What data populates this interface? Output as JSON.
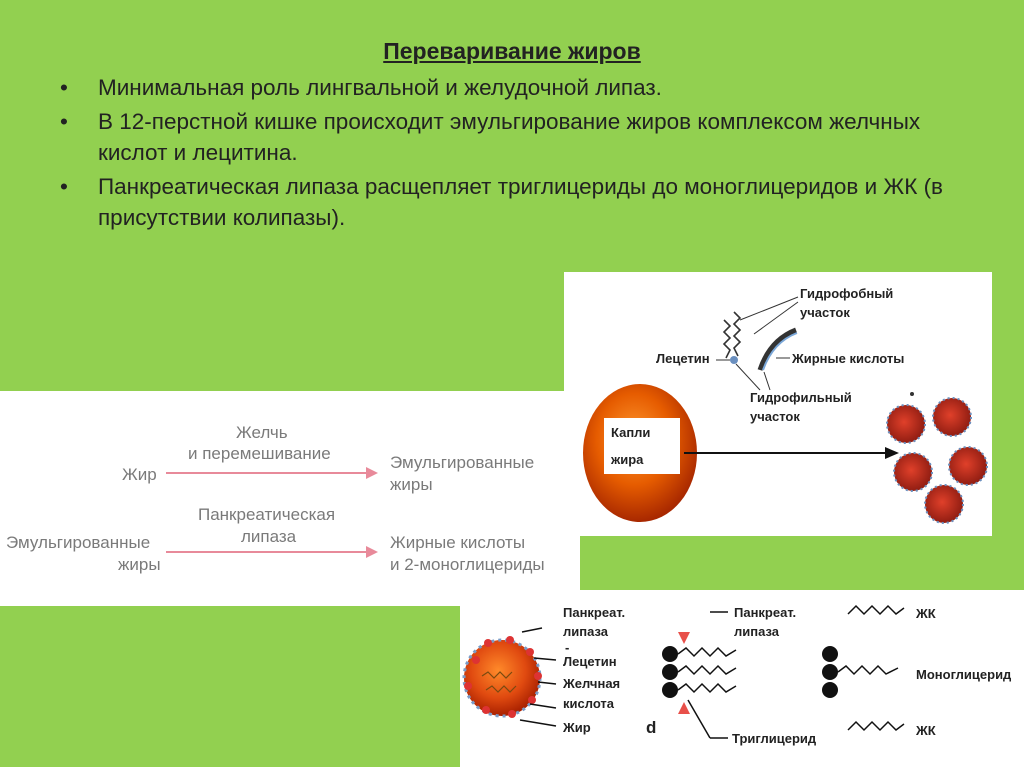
{
  "slide": {
    "title": "Переваривание жиров",
    "bullets": [
      "Минимальная роль лингвальной и желудочной липаз.",
      "В 12-перстной кишке происходит эмульгирование жиров комплексом желчных кислот и лецитина.",
      "Панкреатическая липаза расщепляет триглицериды до моноглицеридов и ЖК (в присутствии колипазы)."
    ]
  },
  "scheme": {
    "row1": {
      "left": "Жир",
      "arrow_top": "Желчь",
      "arrow_bottom": "и перемешивание",
      "right_line1": "Эмульгированные",
      "right_line2": "жиры"
    },
    "row2": {
      "left_line1": "Эмульгированные",
      "left_line2": "жиры",
      "arrow_top": "Панкреатическая",
      "arrow_bottom": "липаза",
      "right_line1": "Жирные кислоты",
      "right_line2": "и 2-моноглицериды"
    }
  },
  "micelle": {
    "droplet_line1": "Капли",
    "droplet_line2": "жира",
    "hydrophobic_line1": "Гидрофобный",
    "hydrophobic_line2": "участок",
    "lecithin": "Лецетин",
    "fatty_acids": "Жирные кислоты",
    "hydrophilic_line1": "Гидрофильный",
    "hydrophilic_line2": "участок"
  },
  "hydrolysis": {
    "lipase1_line1": "Панкреат.",
    "lipase1_line2": "липаза",
    "dash": "-",
    "lecithin": "Лецетин",
    "bile_line1": "Желчная",
    "bile_line2": "кислота",
    "fat": "Жир",
    "d_label": "d",
    "lipase2_line1": "Панкреат.",
    "lipase2_line2": "липаза",
    "triglyceride": "Триглицерид",
    "fa_top": "ЖК",
    "monoglyceride": "Моноглицерид",
    "fa_bottom": "ЖК"
  },
  "colors": {
    "background": "#92d050",
    "arrow": "#e88a9a",
    "droplet": "#e65c00"
  }
}
